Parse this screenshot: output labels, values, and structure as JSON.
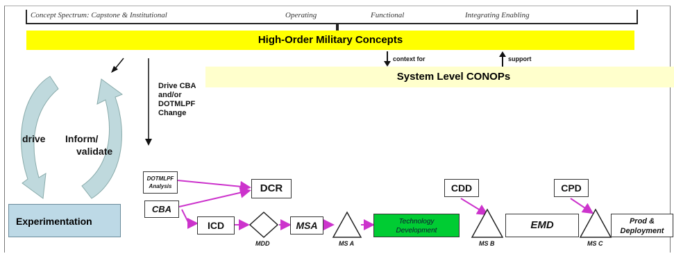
{
  "spectrum": {
    "label1": "Concept Spectrum: Capstone & Institutional",
    "label2": "Operating",
    "label3": "Functional",
    "label4": "Integrating Enabling"
  },
  "high_order": "High-Order Military Concepts",
  "context_for": "context for",
  "support": "support",
  "system_level": "System Level CONOPs",
  "drive_cba": [
    "Drive CBA",
    "and/or",
    "DOTMLPF",
    "Change"
  ],
  "cycle": {
    "drive": "drive",
    "inform": "Inform/",
    "validate": "validate"
  },
  "experimentation": "Experimentation",
  "nodes": {
    "dotmlpf_1": "DOTMLPF",
    "dotmlpf_2": "Analysis",
    "cba": "CBA",
    "dcr": "DCR",
    "icd": "ICD",
    "mdd": "MDD",
    "msa": "MSA",
    "ms_a": "MS A",
    "tech_1": "Technology",
    "tech_2": "Development",
    "ms_b": "MS B",
    "emd": "EMD",
    "ms_c": "MS C",
    "prod_1": "Prod &",
    "prod_2": "Deployment",
    "cdd": "CDD",
    "cpd": "CPD"
  },
  "colors": {
    "yellow": "#ffff00",
    "pale_yellow": "#ffffcc",
    "arrow_magenta": "#cc33cc",
    "tech_green": "#00cc33",
    "cycle_blue": "#bfd9dd",
    "experimentation_bg": "#bdd9e6"
  }
}
